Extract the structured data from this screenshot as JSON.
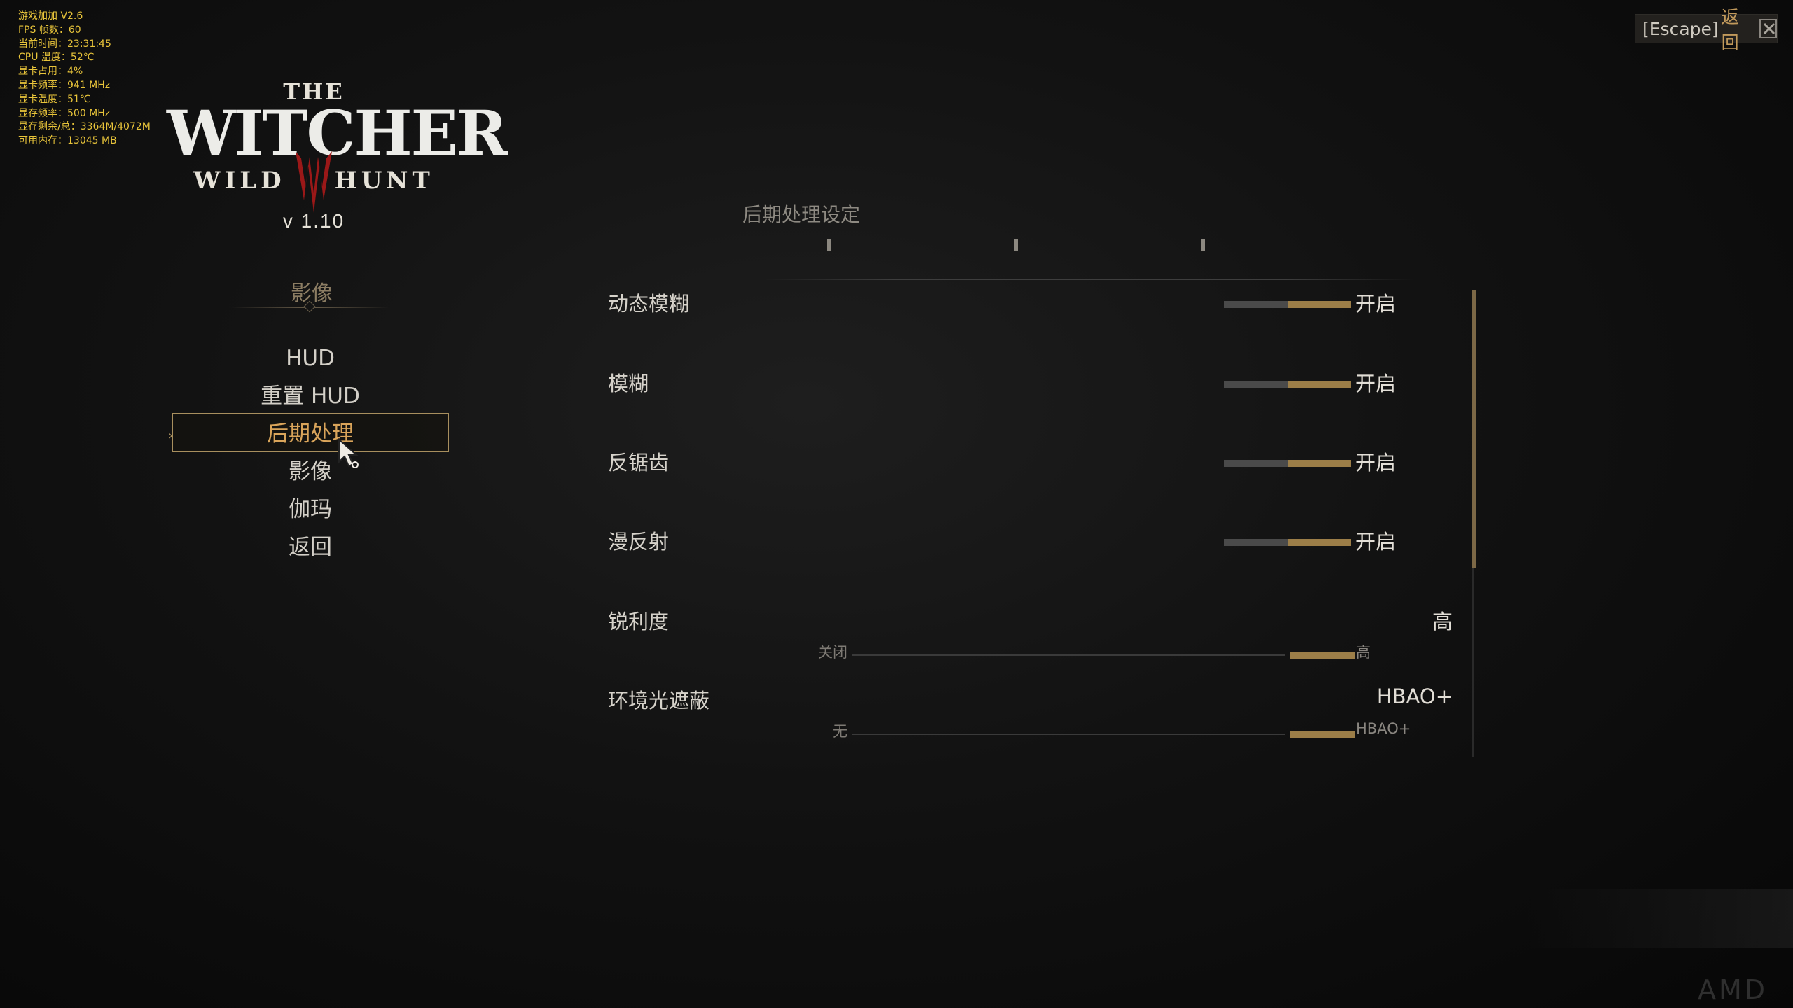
{
  "overlay": {
    "lines": [
      "游戏加加 V2.6",
      "FPS 帧数：60",
      "当前时间：23:31:45",
      "CPU 温度：52℃",
      "显卡占用：4%",
      "显卡频率：941 MHz",
      "显卡温度：51℃",
      "显存频率：500 MHz",
      "显存剩余/总：3364M/4072M",
      "可用内存：13045 MB"
    ]
  },
  "logo": {
    "the": "THE",
    "title": "WITCHER",
    "wild": "WILD",
    "hunt": "HUNT",
    "version": "v 1.10"
  },
  "menu": {
    "heading": "影像",
    "items": [
      "HUD",
      "重置 HUD",
      "后期处理",
      "影像",
      "伽玛",
      "返回"
    ],
    "active_index": 2
  },
  "panel": {
    "title": "后期处理设定",
    "rows": [
      {
        "label": "动态模糊",
        "value": "开启"
      },
      {
        "label": "模糊",
        "value": "开启"
      },
      {
        "label": "反锯齿",
        "value": "开启"
      },
      {
        "label": "漫反射",
        "value": "开启"
      }
    ],
    "sliders": [
      {
        "label": "锐利度",
        "value": "高",
        "min": "关闭",
        "max": "高"
      },
      {
        "label": "环境光遮蔽",
        "value": "HBAO+",
        "min": "无",
        "max": "HBAO+"
      }
    ]
  },
  "escape": {
    "key": "[Escape]",
    "label": "返回"
  },
  "watermark": "AMD",
  "colors": {
    "accent": "#9c7e48",
    "overlay_text": "#e8c43a",
    "active_text": "#d9a45a"
  }
}
